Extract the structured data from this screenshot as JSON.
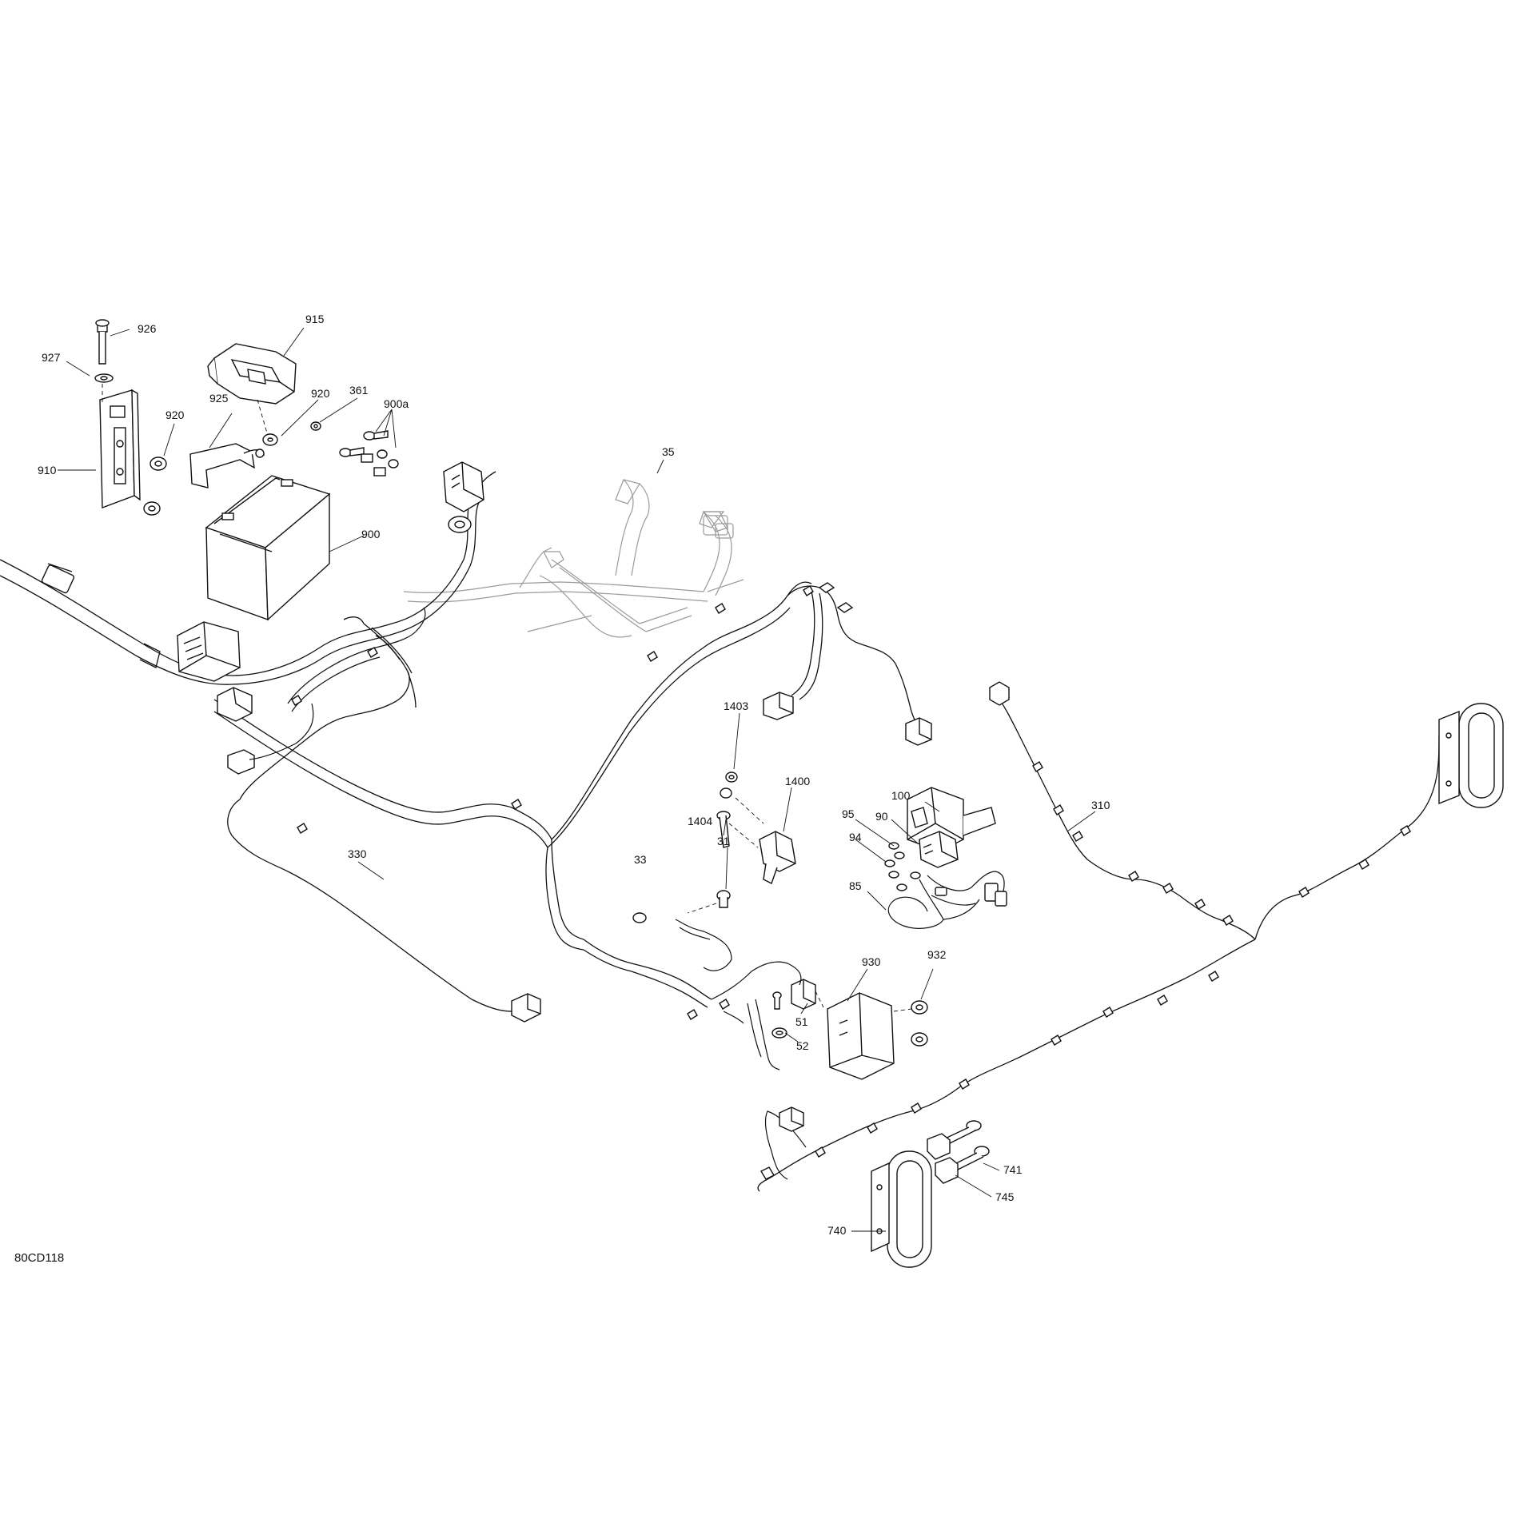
{
  "diagram": {
    "reference_code": "80CD118",
    "callouts": {
      "c926": "926",
      "c927": "927",
      "c915": "915",
      "c920a": "920",
      "c920b": "920",
      "c925": "925",
      "c361": "361",
      "c900a": "900a",
      "c910": "910",
      "c900": "900",
      "c35": "35",
      "c1403": "1403",
      "c1400": "1400",
      "c1404": "1404",
      "c100": "100",
      "c310": "310",
      "c95": "95",
      "c90": "90",
      "c94": "94",
      "c31": "31",
      "c33": "33",
      "c330": "330",
      "c85": "85",
      "c930": "930",
      "c932": "932",
      "c51": "51",
      "c52": "52",
      "c741": "741",
      "c745": "745",
      "c740": "740"
    },
    "colors": {
      "line": "#111111",
      "ghost_line": "#9a9a9a",
      "background": "#ffffff"
    }
  }
}
